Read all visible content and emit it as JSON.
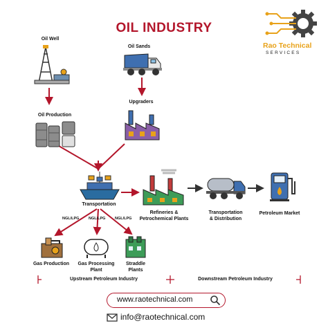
{
  "title": "OIL INDUSTRY",
  "brand": {
    "name": "Rao Technical",
    "tagline": "SERVICES"
  },
  "nodes": {
    "oil_well": "Oil Well",
    "oil_sands": "Oil Sands",
    "oil_production": "Oil Production",
    "upgraders": "Upgraders",
    "transportation": "Transportation",
    "refineries": [
      "Refineries &",
      "Petrochemical Plants"
    ],
    "transport_distribution": [
      "Transportation",
      "& Distribution"
    ],
    "petroleum_market": "Petroleum Market",
    "gas_production": "Gas Production",
    "gas_processing": [
      "Gas Processing",
      "Plant"
    ],
    "straddle": [
      "Straddle",
      "Plants"
    ]
  },
  "edge_labels": [
    "NGL/LPG",
    "NGL/LPG",
    "NGL/LPG"
  ],
  "segments": {
    "upstream": "Upstream Petroleum Industry",
    "downstream": "Downstream Petroleum Industry"
  },
  "contact": {
    "website": "www.raotechnical.com",
    "email": "info@raotechnical.com"
  },
  "colors": {
    "accent": "#b3162b",
    "brand": "#e8a21a",
    "arrow": "#333333"
  },
  "icons": {
    "search": "search-icon",
    "mail": "mail-icon",
    "gear": "gear-icon"
  }
}
